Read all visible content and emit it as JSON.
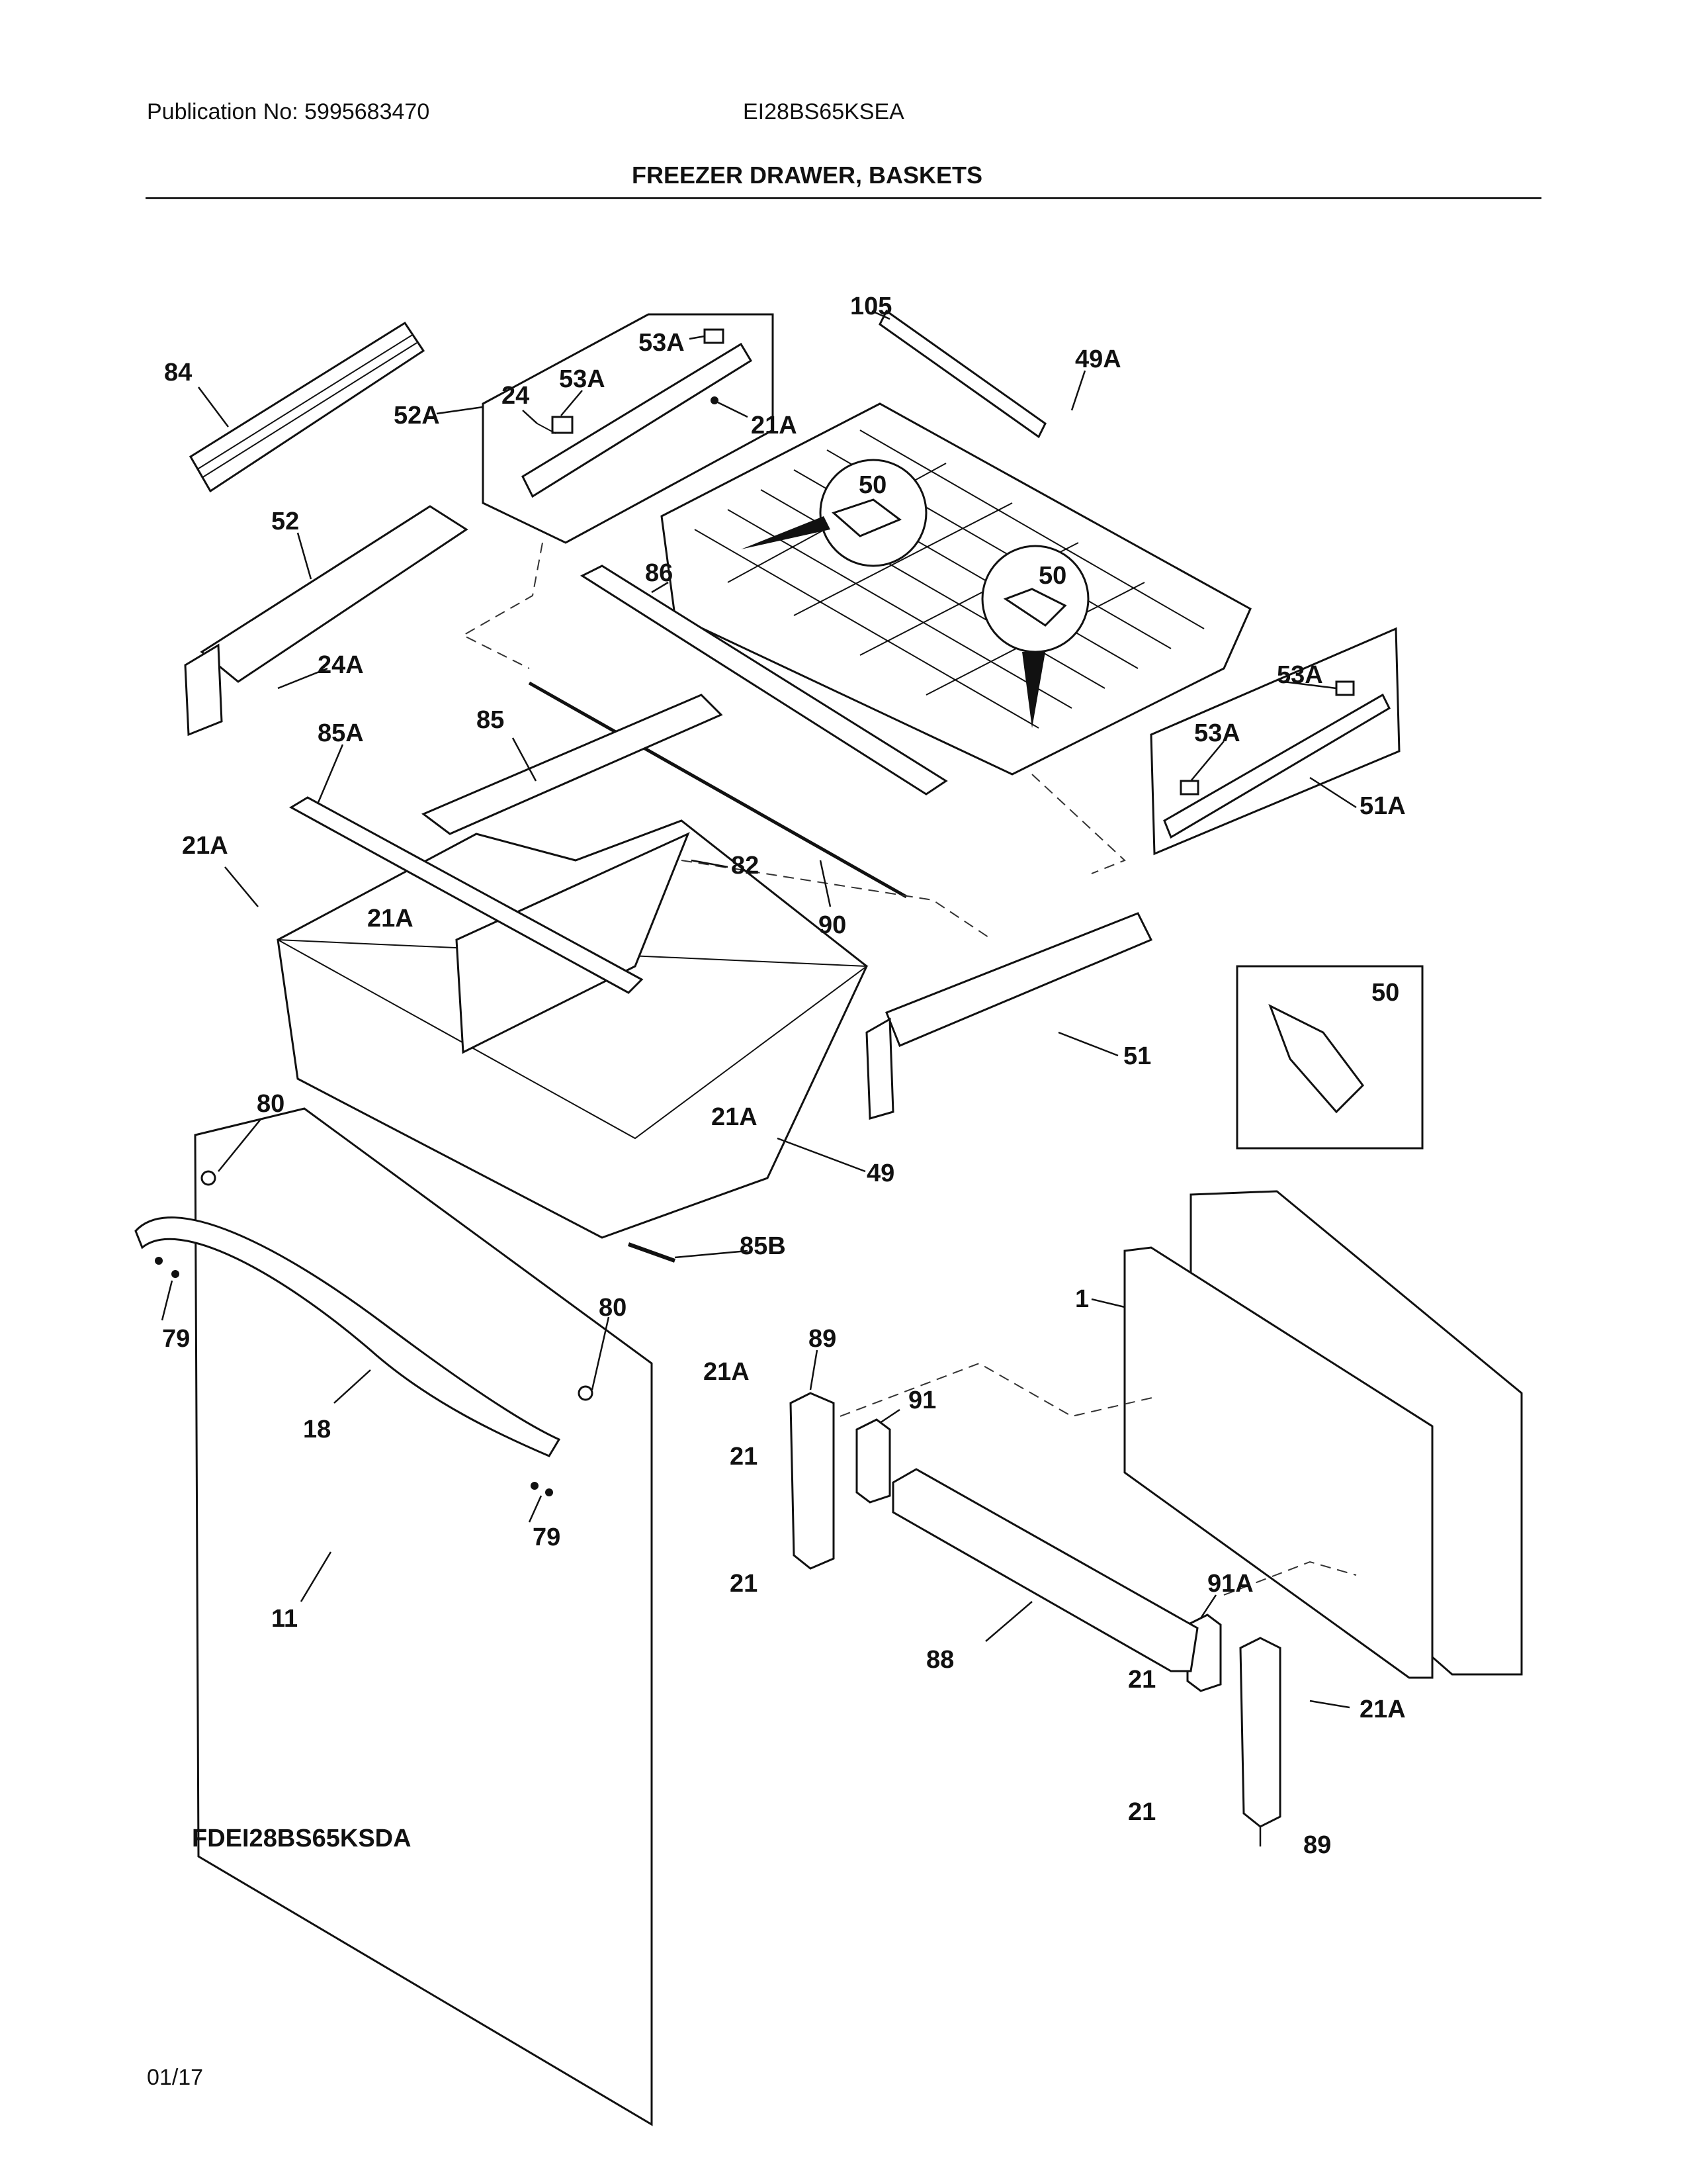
{
  "header": {
    "publication": "Publication No: 5995683470",
    "model_code": "EI28BS65KSEA",
    "title": "FREEZER DRAWER, BASKETS"
  },
  "footer": {
    "model_variant": "FDEI28BS65KSDA",
    "date": "01/17"
  },
  "callouts": {
    "c84": "84",
    "c52A": "52A",
    "c24": "24",
    "c53A_top1": "53A",
    "c53A_top2": "53A",
    "c21A_rail": "21A",
    "c105": "105",
    "c49A": "49A",
    "c50_a": "50",
    "c50_b": "50",
    "c52": "52",
    "c86": "86",
    "c24A": "24A",
    "c85A": "85A",
    "c85": "85",
    "c53A_r1": "53A",
    "c53A_r2": "53A",
    "c51A": "51A",
    "c21A_left": "21A",
    "c82": "82",
    "c21A_mid": "21A",
    "c90": "90",
    "c50_box": "50",
    "c51": "51",
    "c80_a": "80",
    "c21A_basket": "21A",
    "c49": "49",
    "c85B": "85B",
    "c1": "1",
    "c79_a": "79",
    "c80_b": "80",
    "c89_a": "89",
    "c21A_brk": "21A",
    "c91": "91",
    "c18": "18",
    "c21_a": "21",
    "c79_b": "79",
    "c21_b": "21",
    "c11": "11",
    "c88": "88",
    "c91A": "91A",
    "c21_c": "21",
    "c21A_r": "21A",
    "c21_d": "21",
    "c89_b": "89"
  }
}
